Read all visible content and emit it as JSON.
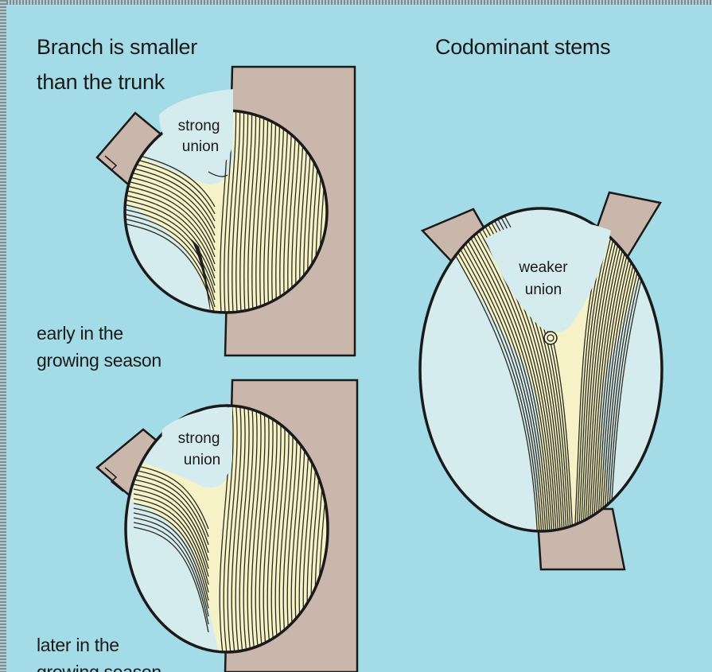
{
  "titles": {
    "left_heading_line1": "Branch is smaller",
    "left_heading_line2": "than the trunk",
    "right_heading": "Codominant stems"
  },
  "panels": {
    "early": {
      "union_line1": "strong",
      "union_line2": "union",
      "caption_line1": "early in the",
      "caption_line2": "growing season"
    },
    "later": {
      "union_line1": "strong",
      "union_line2": "union",
      "caption_line1": "later in the",
      "caption_line2": "growing season"
    },
    "codominant": {
      "union_line1": "weaker",
      "union_line2": "union"
    }
  },
  "colors": {
    "background": "#a3dce6",
    "bark": "#c9b7ab",
    "wood_fiber": "#f4f2c6",
    "fiber_line": "#2a2a1e",
    "lens": "#d5ecef",
    "outline": "#1a1a1a"
  }
}
